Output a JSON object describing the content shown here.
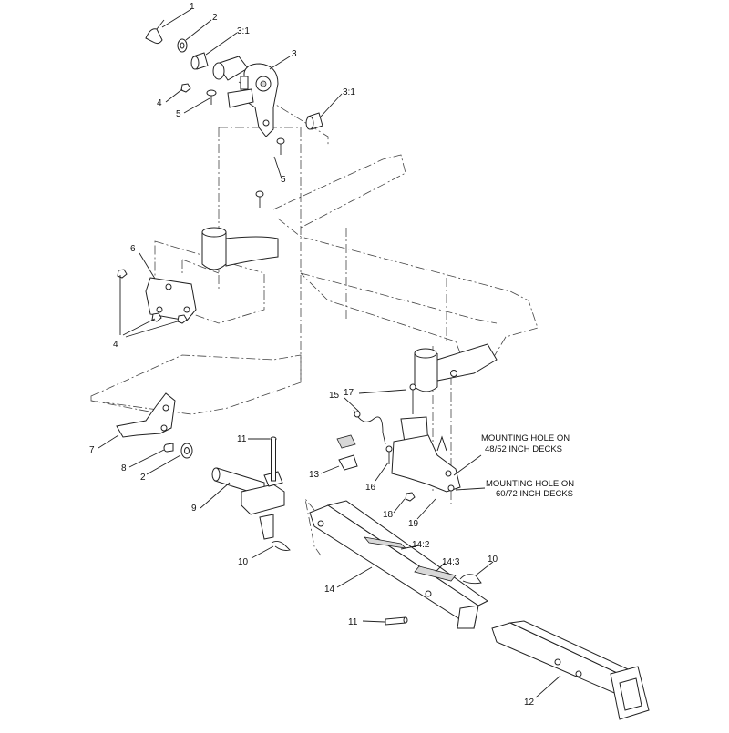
{
  "callouts": {
    "c1": "1",
    "c2_top": "2",
    "c3_1_top": "3:1",
    "c3": "3",
    "c4_top": "4",
    "c5_top": "5",
    "c3_1_mid": "3:1",
    "c5_mid": "5",
    "c6": "6",
    "c4_low": "4",
    "c15": "15",
    "c17": "17",
    "c7": "7",
    "c11_top": "11",
    "c8": "8",
    "c2_low": "2",
    "c13": "13",
    "c16": "16",
    "c9": "9",
    "c18": "18",
    "c19": "19",
    "c10_left": "10",
    "c14_2": "14:2",
    "c14_3": "14:3",
    "c10_right": "10",
    "c14": "14",
    "c11_low": "11",
    "c12": "12"
  },
  "notes": {
    "mount_48_52_line1": "MOUNTING HOLE ON",
    "mount_48_52_line2": "48/52 INCH DECKS",
    "mount_60_72_line1": "MOUNTING HOLE ON",
    "mount_60_72_line2": "60/72 INCH DECKS"
  },
  "colors": {
    "line": "#222222",
    "background": "#ffffff",
    "shade": "#d8d8d8"
  }
}
